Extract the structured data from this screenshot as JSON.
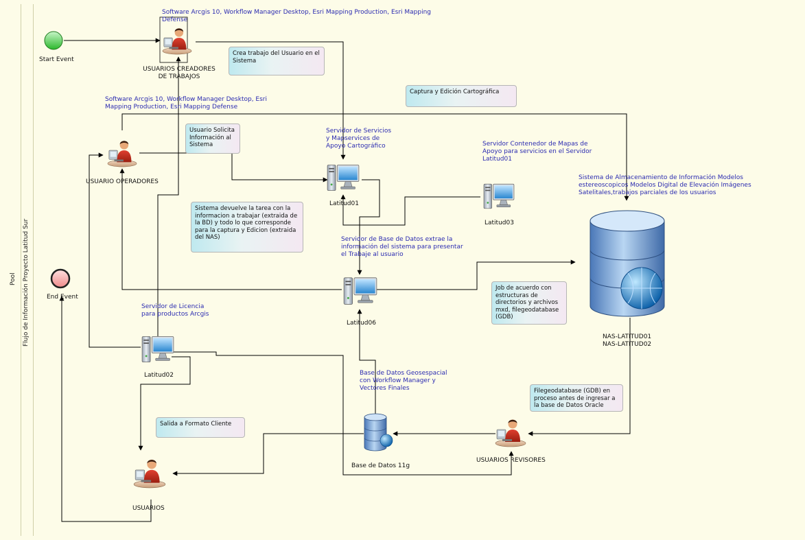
{
  "pool": {
    "label": "Pool",
    "lane_label": "Flujo de Información Proyecto Latitud Sur"
  },
  "events": {
    "start": {
      "label": "Start Event",
      "color": "#3dd13d"
    },
    "end": {
      "label": "End Event",
      "color": "#f4a0a0"
    }
  },
  "nodes": {
    "usuarios_creadores": {
      "label": "USUARIOS CREADORES DE TRABAJOS",
      "icon": "user-workstation-icon"
    },
    "usuario_operadores": {
      "label": "USUARIO OPERADORES",
      "icon": "user-workstation-icon"
    },
    "usuarios": {
      "label": "USUARIOS",
      "icon": "user-workstation-icon"
    },
    "usuarios_revisores": {
      "label": "USUARIOS REVISORES",
      "icon": "user-workstation-icon"
    },
    "latitud01": {
      "label": "Latitud01",
      "icon": "computer-icon"
    },
    "latitud02": {
      "label": "Latitud02",
      "icon": "computer-icon"
    },
    "latitud03": {
      "label": "Latitud03",
      "icon": "computer-icon"
    },
    "latitud06": {
      "label": "Latitud06",
      "icon": "computer-icon"
    },
    "base_datos_11g": {
      "label": "Base de Datos 11g",
      "icon": "database-icon"
    },
    "nas": {
      "label_1": "NAS-LATITUD01",
      "label_2": "NAS-LATITUD02",
      "icon": "database-globe-icon"
    }
  },
  "annotations": {
    "software_top": "Software Arcgis 10, Workflow Manager Desktop, Esri Mapping Production, Esri Mapping Defense",
    "software_mid": "Software Arcgis 10, Workflow Manager Desktop, Esri Mapping Production, Esri Mapping Defense",
    "servidor_servicios": "Servidor de Servicios y Mapservices de Apoyo Cartográfico",
    "servidor_contenedor": "Servidor Contenedor de Mapas de Apoyo para servicios en el Servidor Latitud01",
    "sistema_almacenamiento": "Sistema de Almacenamiento de Información Modelos estereoscopicos Modelos Digital de Elevación Imágenes Satelitales,trabajos parciales de los usuarios",
    "servidor_base_datos": "Servidor de Base de Datos extrae la información del sistema para presentar el Trabaje al usuario",
    "servidor_licencia": "Servidor de Licencia para productos Arcgis",
    "base_geoespacial": "Base de Datos Geosespacial con Workflow Manager y Vectores Finales"
  },
  "notes": {
    "crea_trabajo": "Crea trabajo del Usuario en el Sistema",
    "captura": "Captura y Edición Cartográfica",
    "solicita": "Usuario Solicita Información al Sistema",
    "devuelve": "Sistema devuelve la tarea con la informacion a trabajar (extraida de la BD) y todo lo que corresponde para la captura y Edicion (extraida del NAS)",
    "job": "Job de acuerdo con estructuras de directorios y archivos mxd, filegeodatabase (GDB)",
    "filegeodatabase": "Filegeodatabase (GDB) en proceso antes de ingresar a la base de Datos Oracle",
    "salida": "Salida a Formato Cliente"
  },
  "colors": {
    "annotation_text": "#2a2ab0",
    "flow_line": "#000000",
    "background": "#fdfce8"
  }
}
